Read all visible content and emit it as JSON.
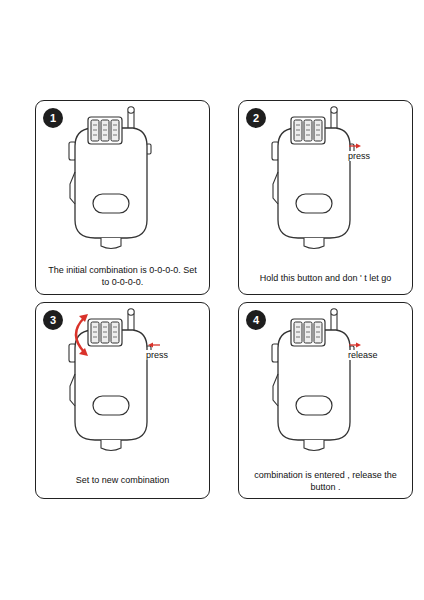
{
  "diagram": {
    "nodes": [
      {
        "text": [
          "The initial combination is 0-0-0-0. Set to 0-0-0-0."
        ]
      },
      {
        "text": [
          "1"
        ],
        "in": 0
      },
      {
        "text": [
          "Hold this button and don ' t let go"
        ]
      },
      {
        "text": [
          "2"
        ],
        "in": 2
      },
      {
        "text": [
          "Set to new combination"
        ]
      },
      {
        "text": [
          "3"
        ],
        "in": 4
      },
      {
        "text": [
          "combination is entered , release the button ."
        ]
      },
      {
        "text": [
          "4"
        ],
        "in": 6
      }
    ],
    "labels": [
      "press",
      "press",
      "release"
    ]
  }
}
